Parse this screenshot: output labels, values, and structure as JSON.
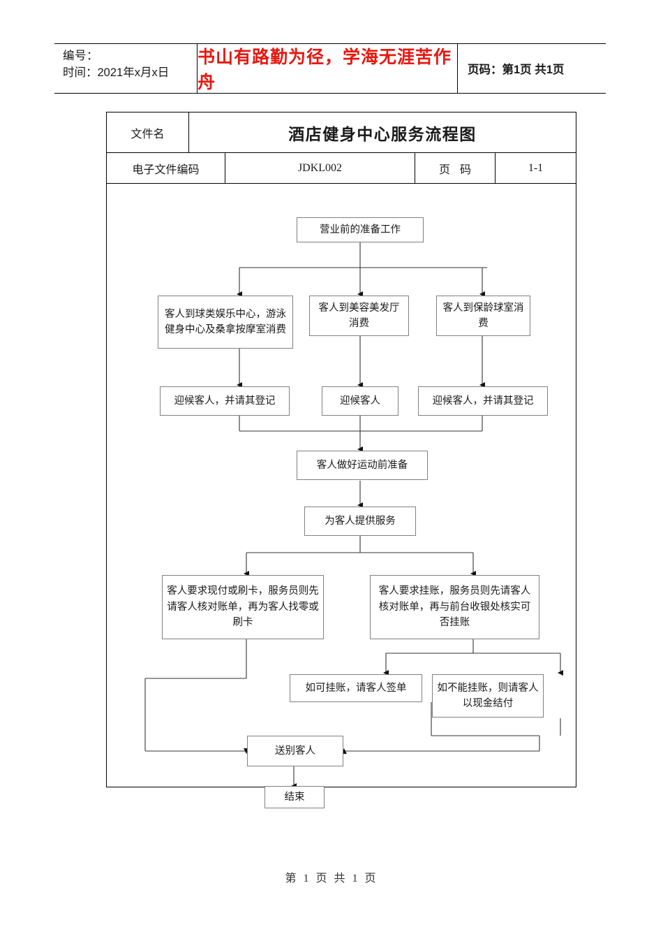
{
  "banner": {
    "number_label": "编号：",
    "time_label": "时间：2021年x月x日",
    "motto": "书山有路勤为径，学海无涯苦作舟",
    "page_info": "页码：第1页 共1页",
    "motto_color": "#e8170f"
  },
  "doc_header": {
    "filename_label": "文件名",
    "doc_title": "酒店健身中心服务流程图",
    "code_label": "电子文件编码",
    "code_value": "JDKL002",
    "page_label": "页  码",
    "page_value": "1-1"
  },
  "flow": {
    "nodes": [
      {
        "id": "start",
        "label": "营业前的准备工作"
      },
      {
        "id": "branch-a",
        "label": "客人到球类娱乐中心，游泳健身中心及桑拿按摩室消费"
      },
      {
        "id": "branch-b",
        "label": "客人到美容美发厅消费"
      },
      {
        "id": "branch-c",
        "label": "客人到保龄球室消费"
      },
      {
        "id": "greet-a",
        "label": "迎候客人，并请其登记"
      },
      {
        "id": "greet-b",
        "label": "迎候客人"
      },
      {
        "id": "greet-c",
        "label": "迎候客人，并请其登记"
      },
      {
        "id": "prepare",
        "label": "客人做好运动前准备"
      },
      {
        "id": "serve",
        "label": "为客人提供服务"
      },
      {
        "id": "pay-cash",
        "label": "客人要求现付或刷卡，服务员则先请客人核对账单，再为客人找零或刷卡"
      },
      {
        "id": "pay-credit",
        "label": "客人要求挂账，服务员则先请客人核对账单，再与前台收银处核实可否挂账"
      },
      {
        "id": "credit-ok",
        "label": "如可挂账，请客人签单"
      },
      {
        "id": "credit-no",
        "label": "如不能挂账，则请客人以现金结付"
      },
      {
        "id": "farewell",
        "label": "送别客人"
      },
      {
        "id": "end",
        "label": "结束"
      }
    ],
    "box_border_color": "#808080",
    "line_color": "#333333"
  },
  "footer": {
    "text": "第 1 页  共 1 页"
  }
}
